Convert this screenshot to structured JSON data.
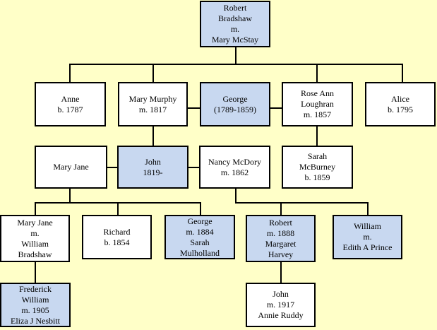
{
  "colors": {
    "background": "#ffffc8",
    "highlight_box": "#c8d8f0",
    "plain_box": "#ffffff",
    "border": "#000000"
  },
  "people": {
    "robert_sr": [
      "Robert",
      "Bradshaw",
      "m.",
      "Mary McStay"
    ],
    "anne": [
      "Anne",
      "b. 1787"
    ],
    "mary_murphy": [
      "Mary Murphy",
      "m. 1817"
    ],
    "george_sr": [
      "George",
      "(1789-1859)"
    ],
    "rose_ann": [
      "Rose Ann",
      "Loughran",
      "m. 1857"
    ],
    "alice": [
      "Alice",
      "b. 1795"
    ],
    "mary_jane_sr": [
      "Mary Jane"
    ],
    "john_sr": [
      "John",
      "1819-"
    ],
    "nancy": [
      "Nancy McDory",
      "m. 1862"
    ],
    "sarah_mcburney": [
      "Sarah",
      "McBurney",
      "b. 1859"
    ],
    "mary_jane_jr": [
      "Mary Jane",
      "m.",
      "William",
      "Bradshaw"
    ],
    "richard": [
      "Richard",
      "b. 1854"
    ],
    "george_jr": [
      "George",
      "m. 1884",
      "Sarah",
      "Mulholland"
    ],
    "robert_jr": [
      "Robert",
      "m. 1888",
      "Margaret",
      "Harvey"
    ],
    "william": [
      "William",
      "m.",
      "Edith A Prince"
    ],
    "frederick": [
      "Frederick",
      "William",
      "m. 1905",
      "Eliza J Nesbitt"
    ],
    "john_jr": [
      "John",
      "m. 1917",
      "Annie Ruddy"
    ]
  }
}
